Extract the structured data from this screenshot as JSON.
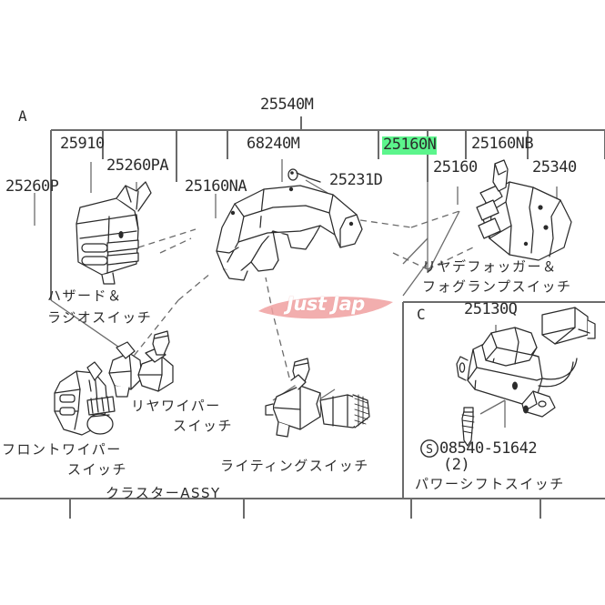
{
  "diagram": {
    "title_part": "25540M",
    "sections": [
      {
        "id": "A",
        "label": "A"
      },
      {
        "id": "C",
        "label": "C"
      }
    ],
    "part_numbers": [
      {
        "id": "p25540M",
        "text": "25540M",
        "highlighted": false
      },
      {
        "id": "p25910",
        "text": "25910",
        "highlighted": false
      },
      {
        "id": "p25260PA",
        "text": "25260PA",
        "highlighted": false
      },
      {
        "id": "p25260P",
        "text": "25260P",
        "highlighted": false
      },
      {
        "id": "p25160NA",
        "text": "25160NA",
        "highlighted": false
      },
      {
        "id": "p68240M",
        "text": "68240M",
        "highlighted": false
      },
      {
        "id": "p25231D",
        "text": "25231D",
        "highlighted": false
      },
      {
        "id": "p25160N",
        "text": "25160N",
        "highlighted": true
      },
      {
        "id": "p25160",
        "text": "25160",
        "highlighted": false
      },
      {
        "id": "p25160NB",
        "text": "25160NB",
        "highlighted": false
      },
      {
        "id": "p25340",
        "text": "25340",
        "highlighted": false
      },
      {
        "id": "p25130Q",
        "text": "25130Q",
        "highlighted": false
      },
      {
        "id": "pscrew",
        "text": "08540-51642",
        "highlighted": false
      },
      {
        "id": "pscrewqty",
        "text": "(2)",
        "highlighted": false
      }
    ],
    "screw_marker": "S",
    "labels": {
      "hazard_radio_1": "ハザード＆",
      "hazard_radio_2": "ラジオスイッチ",
      "front_wiper_1": "フロントワイパー",
      "front_wiper_2": "スイッチ",
      "rear_wiper_1": "リヤワイパー",
      "rear_wiper_2": "スイッチ",
      "lighting": "ライティングスイッチ",
      "cluster_assy": "クラスターASSY",
      "defogger_1": "リヤデフォッガー＆",
      "defogger_2": "フォグランプスイッチ",
      "power_shift": "パワーシフトスイッチ"
    },
    "watermark": {
      "text": "Just Jap",
      "color": "#f0a0a0"
    },
    "colors": {
      "line": "#6b6b6b",
      "part_line": "#2b2b2b",
      "highlight": "#5cf58c",
      "text": "#2b2b2b"
    }
  }
}
